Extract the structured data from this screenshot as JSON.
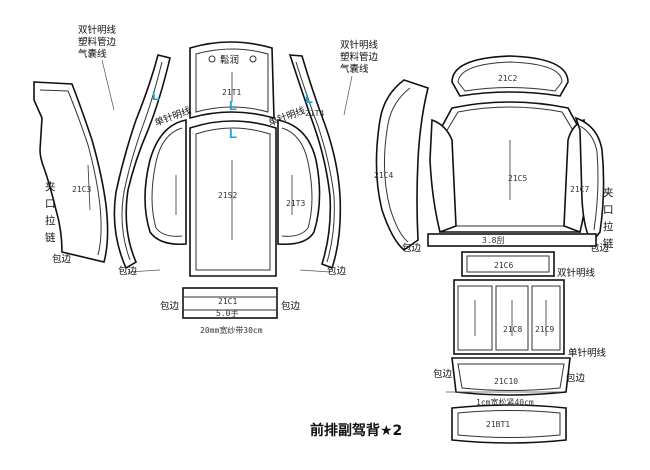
{
  "title": "前排副驾背★2",
  "notes": {
    "double_stitch_left": [
      "双针明线",
      "塑料管边",
      "气囊线"
    ],
    "double_stitch_right": [
      "双针明线",
      "塑料管边",
      "气囊线"
    ],
    "left_zipper": [
      "夹",
      "口",
      "拉",
      "链"
    ],
    "right_zipper": [
      "夹",
      "口",
      "拉",
      "链"
    ],
    "double_stitch_center": "双针明线",
    "double_stitch_diag_left": "单针明线",
    "double_stitch_diag_right": "单针明线",
    "double_stitch_lower": "双针明线",
    "single_stitch": "单针明线",
    "hem": "包边",
    "grain_mark": "L",
    "dim_strip": "3.8刮",
    "dim_mid": "5.0手",
    "elastic_band": "20mm宽纱带30cm",
    "rubber_band": "1cm宽松紧40cm",
    "cushion_label": "鬆润"
  },
  "parts": {
    "p21C3": "21C3",
    "p21T1": "21T1",
    "p21T4": "21T4",
    "p21S2": "21S2",
    "p21T3": "21T3",
    "p21C1": "21C1",
    "p21C2": "21C2",
    "p21C4": "21C4",
    "p21C5": "21C5",
    "p21C7": "21C7",
    "p21C6": "21C6",
    "p21C8": "21C8",
    "p21C9": "21C9",
    "p21C10": "21C10",
    "p21BT1": "21BT1"
  }
}
